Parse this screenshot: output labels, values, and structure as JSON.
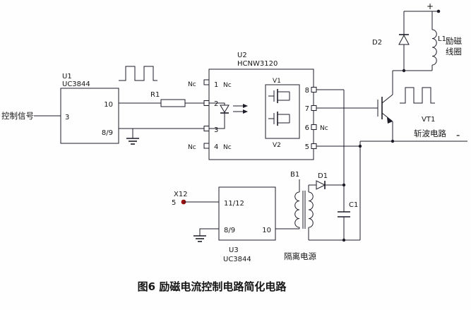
{
  "figure": {
    "caption": "图6 励磁电流控制电路简化电路"
  },
  "left": {
    "control_signal": "控制信号"
  },
  "u1": {
    "ref": "U1",
    "part": "UC3844",
    "pin3": "3",
    "pin10": "10",
    "pin89": "8/9"
  },
  "r1": {
    "label": "R1"
  },
  "u2": {
    "ref": "U2",
    "part": "HCNW3120",
    "nc": "Nc",
    "pin1": "1",
    "pin2": "2",
    "pin3": "3",
    "pin4": "4",
    "pin5": "5",
    "pin6": "6",
    "pin7": "7",
    "pin8": "8",
    "v1": "V1",
    "v2": "V2"
  },
  "output": {
    "d2": "D2",
    "l1": "L1",
    "coil_name_1": "励磁",
    "coil_name_2": "线圈",
    "vt1": "VT1",
    "chopper": "斩波电路",
    "plus": "+",
    "minus": "-"
  },
  "supply": {
    "b1": "B1",
    "d1": "D1",
    "c1": "C1",
    "x12": "X12",
    "x12_pin": "5",
    "u3_ref": "U3",
    "u3_part": "UC3844",
    "u3_pin1112": "11/12",
    "u3_pin89": "8/9",
    "u3_pin10": "10",
    "name": "隔离电源"
  },
  "icons": {
    "waveform_u1": "square-wave-icon",
    "waveform_vt1": "square-wave-icon"
  }
}
